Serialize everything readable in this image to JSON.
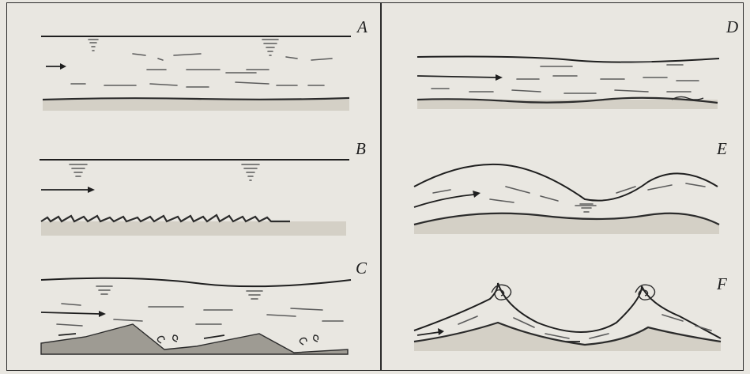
{
  "panels": [
    {
      "id": "A",
      "label": "A"
    },
    {
      "id": "B",
      "label": "B"
    },
    {
      "id": "C",
      "label": "C"
    },
    {
      "id": "D",
      "label": "D"
    },
    {
      "id": "E",
      "label": "E"
    },
    {
      "id": "F",
      "label": "F"
    }
  ],
  "colors": {
    "background": "#e9e7e1",
    "ink": "#1f1f1f",
    "sediment": "#d4d0c6",
    "dune_fill": "#9e9b93"
  }
}
